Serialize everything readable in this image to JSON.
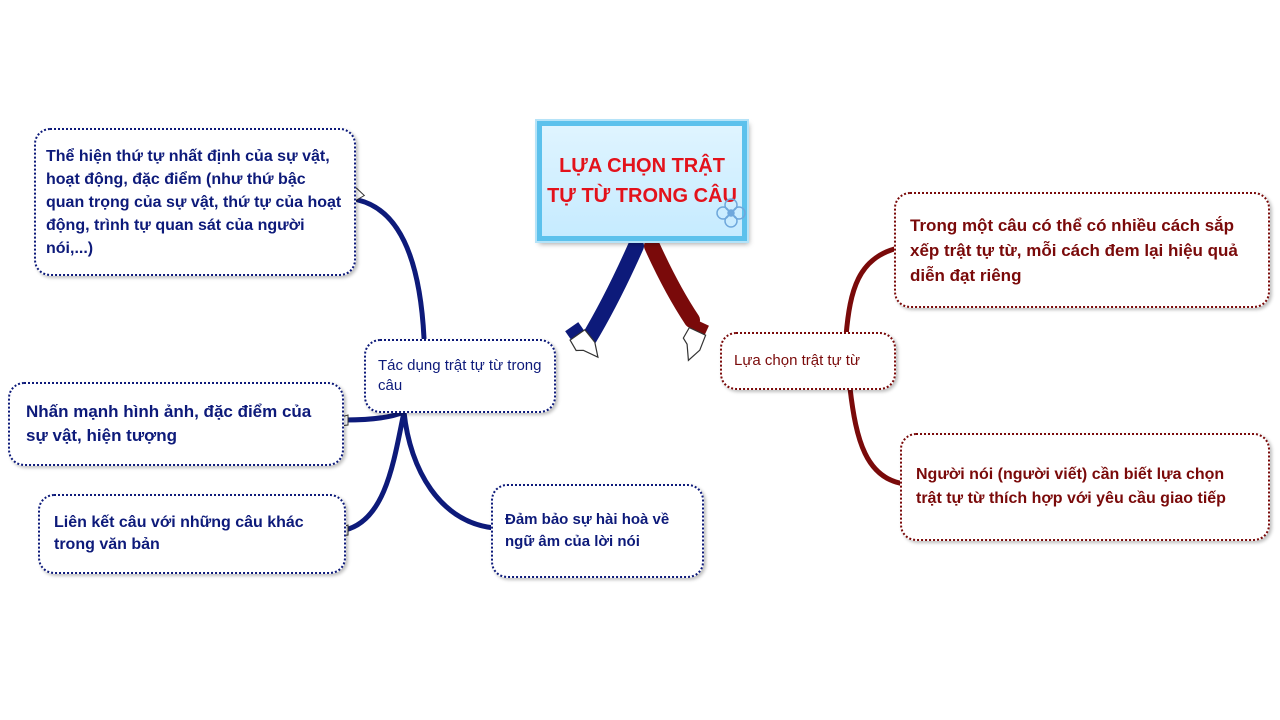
{
  "central": {
    "title": "LỰA CHỌN TRẬT TỰ TỪ TRONG CÂU"
  },
  "left_branch": {
    "label": "Tác dụng trật tự từ trong câu",
    "items": [
      "Thể hiện thứ tự nhất định của sự vật, hoạt động, đặc điểm (như thứ bậc quan trọng của sự vật, thứ tự của hoạt động, trình tự quan sát của người nói,...)",
      "Nhấn mạnh hình ảnh, đặc điểm của sự vật, hiện tượng",
      "Liên kết câu với những câu khác trong văn bản",
      "Đảm bảo sự hài hoà về ngữ âm của lời nói"
    ]
  },
  "right_branch": {
    "label": "Lựa chọn trật tự từ",
    "items": [
      "Trong một câu có thể có nhiều cách sắp xếp trật tự từ, mỗi cách đem lại hiệu quả diễn đạt riêng",
      "Người nói (người viết) cần biết lựa chọn trật tự từ thích hợp với yêu cầu giao tiếp"
    ]
  },
  "colors": {
    "left_branch": "#0d1a7a",
    "right_branch": "#7a0a0a",
    "central_text": "#e3121b",
    "central_border": "#5cc1ec"
  },
  "icons": [
    "pointing-hand-icon",
    "flower-icon"
  ]
}
